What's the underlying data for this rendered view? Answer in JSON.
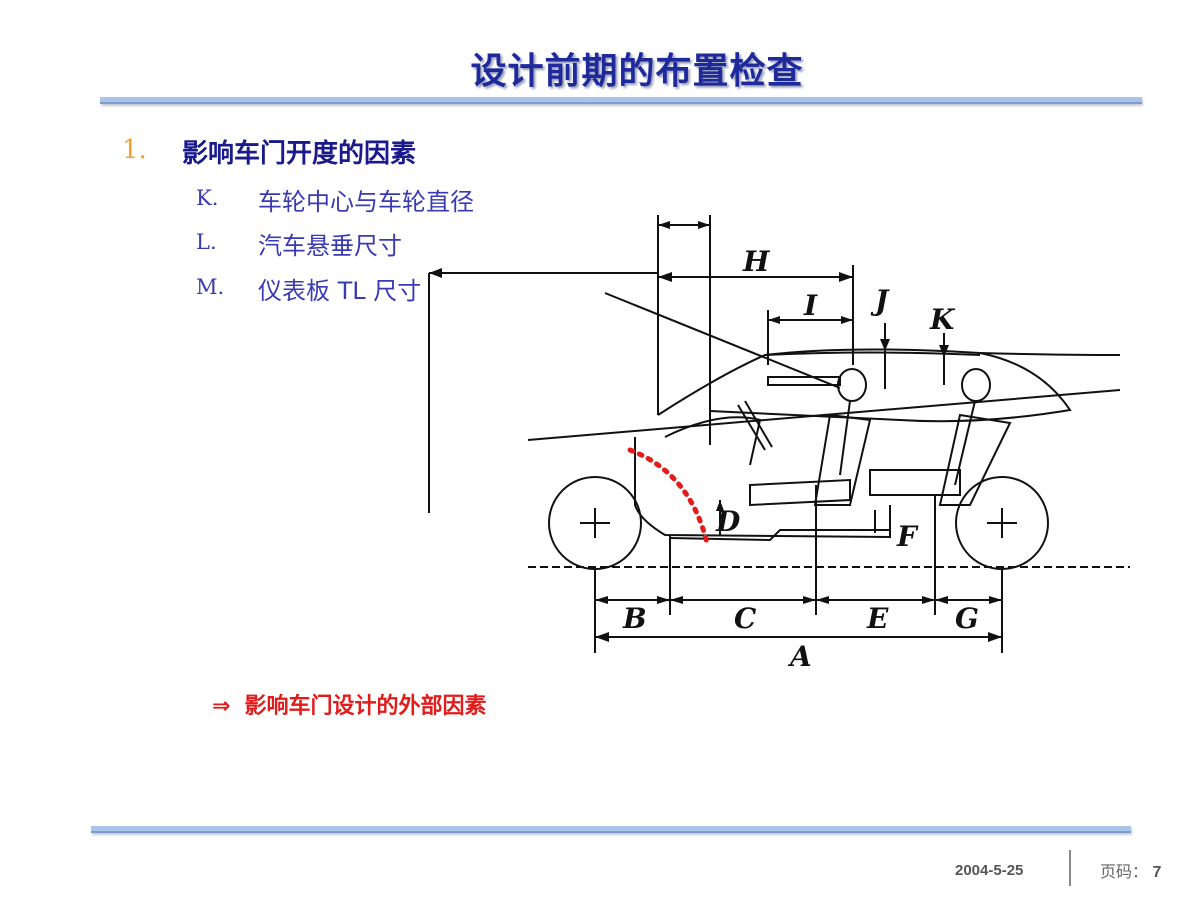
{
  "slide": {
    "title": "设计前期的布置检查",
    "heading_number": "1.",
    "heading_text": "影响车门开度的因素",
    "items": [
      {
        "label": "K.",
        "text": "车轮中心与车轮直径"
      },
      {
        "label": "L.",
        "text": "汽车悬垂尺寸"
      },
      {
        "label": "M.",
        "text": "仪表板 TL 尺寸"
      }
    ],
    "note_arrow": "⇒",
    "note_text": "影响车门设计的外部因素"
  },
  "diagram": {
    "dimension_labels": [
      "H",
      "I",
      "J",
      "K",
      "D",
      "F",
      "B",
      "C",
      "E",
      "G",
      "A"
    ]
  },
  "footer": {
    "date": "2004-5-25",
    "page_label": "页码：",
    "page_number": "7"
  },
  "colors": {
    "title": "#1e2a9c",
    "heading": "#1a1a8c",
    "number": "#f2a22b",
    "items": "#3a3ab4",
    "note": "#e21b1b",
    "rule": "#a8c4ea"
  }
}
